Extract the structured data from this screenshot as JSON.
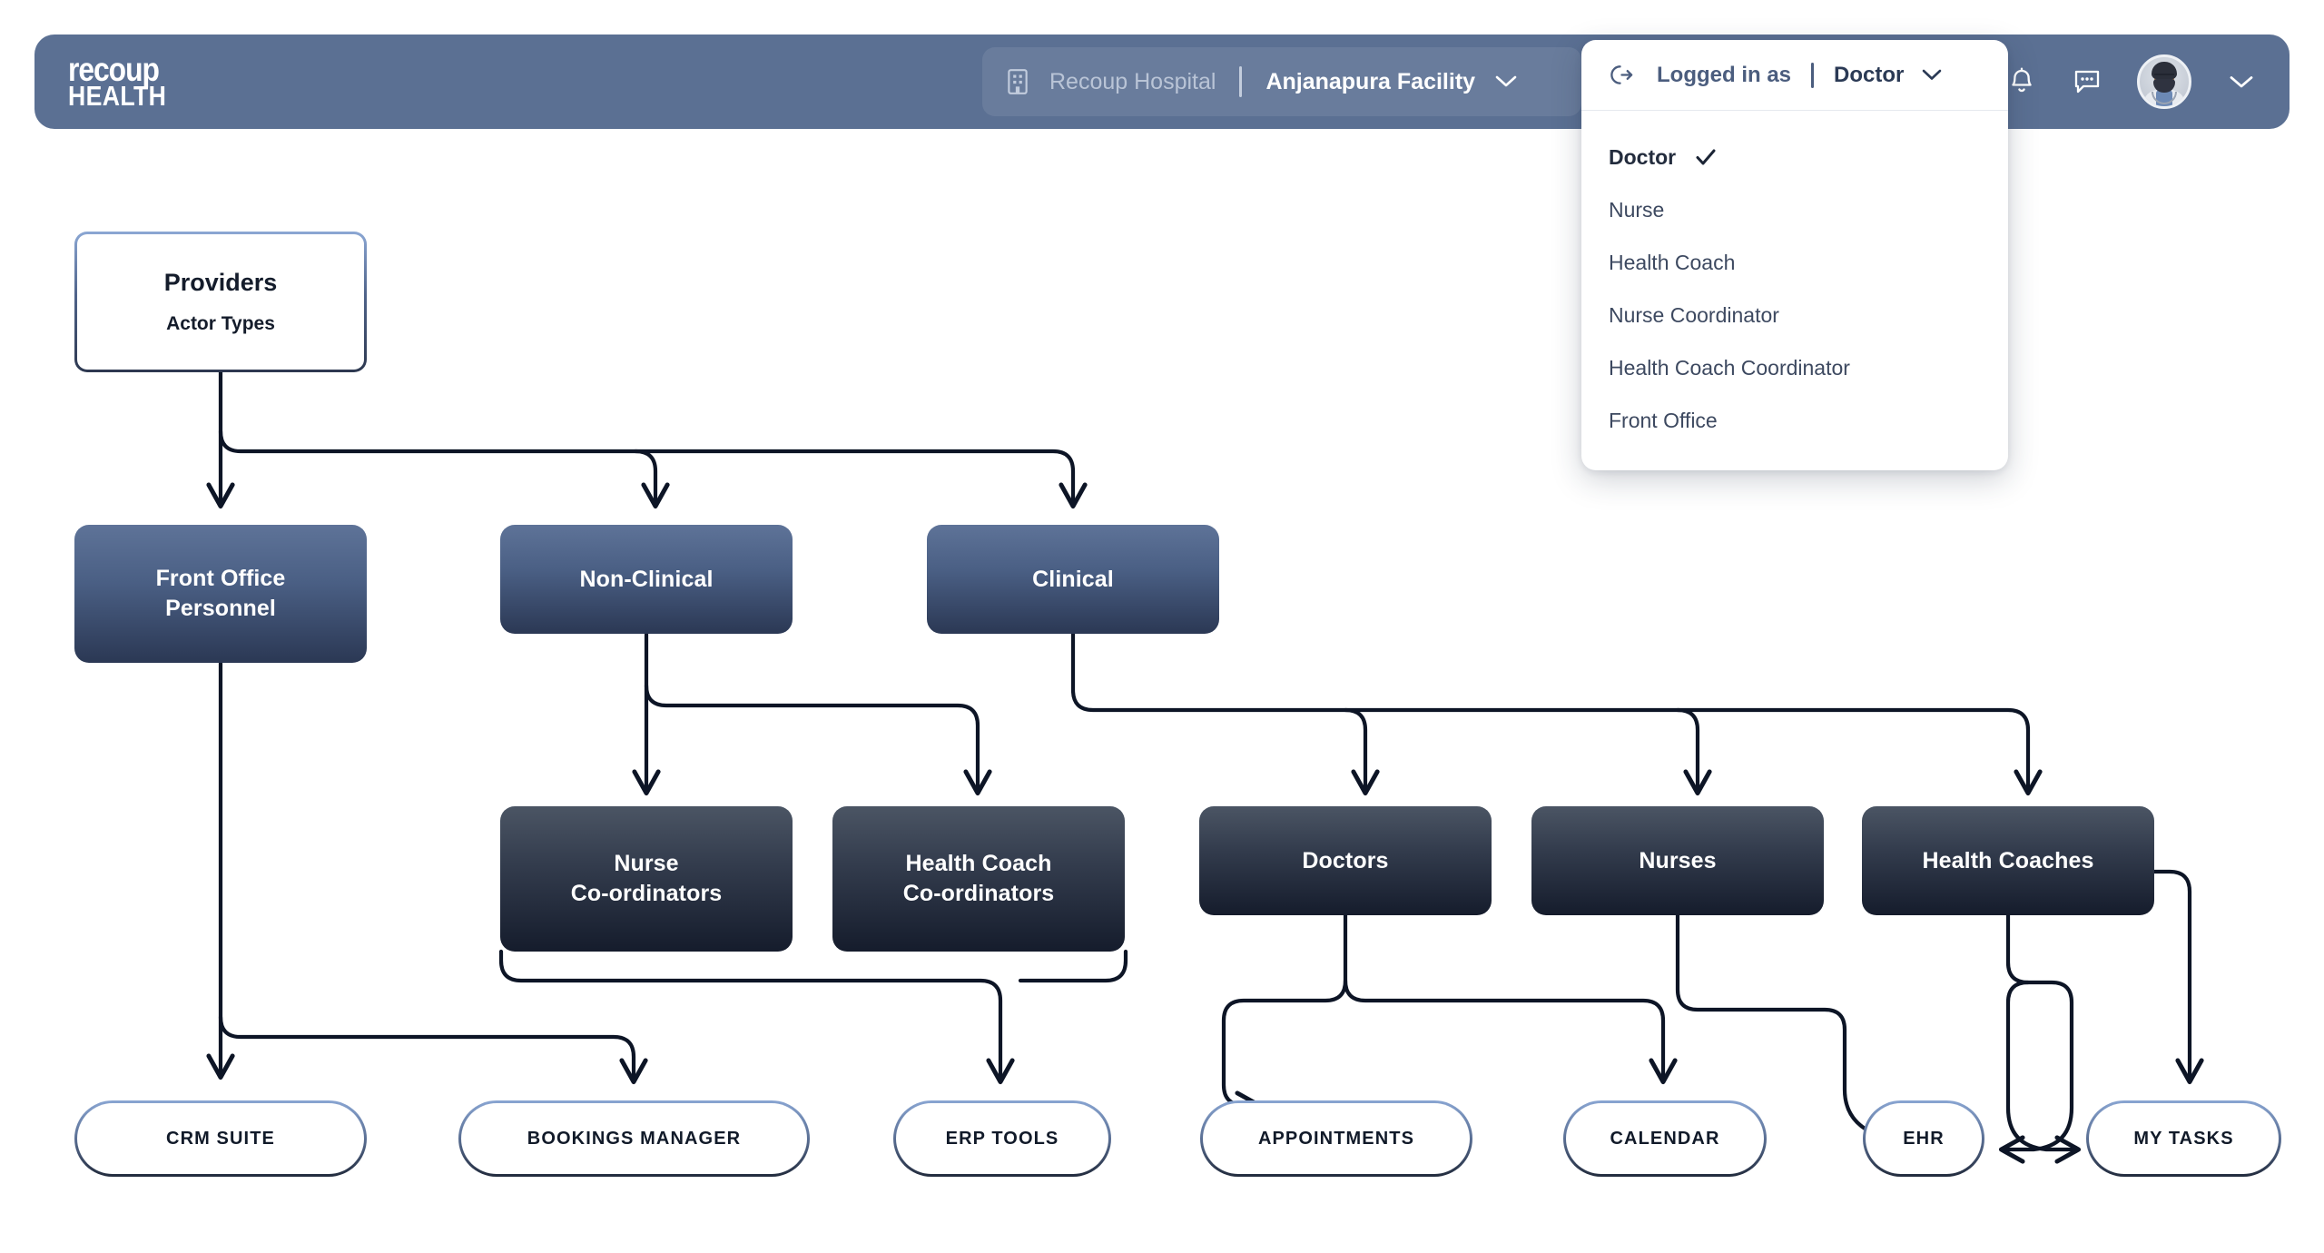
{
  "header": {
    "logo_line1": "recoup",
    "logo_line2": "HEALTH",
    "hospital": "Recoup Hospital",
    "facility": "Anjanapura Facility",
    "facility_chevron_icon": "chevron-down-icon",
    "building_icon": "building-icon",
    "bell_icon": "bell-icon",
    "chat_icon": "chat-bubble-icon",
    "avatar_icon": "user-avatar",
    "profile_chevron_icon": "chevron-down-icon",
    "bg_color": "#5b7093"
  },
  "role_menu": {
    "logout_icon": "logout-icon",
    "logged_in_label": "Logged in as",
    "current_role": "Doctor",
    "chevron_icon": "chevron-down-icon",
    "check_icon": "check-icon",
    "items": [
      {
        "label": "Doctor",
        "selected": true
      },
      {
        "label": "Nurse",
        "selected": false
      },
      {
        "label": "Health Coach",
        "selected": false
      },
      {
        "label": "Nurse Coordinator",
        "selected": false
      },
      {
        "label": "Health Coach Coordinator",
        "selected": false
      },
      {
        "label": "Front Office",
        "selected": false
      }
    ]
  },
  "diagram": {
    "root": {
      "title": "Providers",
      "subtitle": "Actor Types"
    },
    "tier2": [
      {
        "id": "front-office-personnel",
        "line1": "Front Office",
        "line2": "Personnel"
      },
      {
        "id": "non-clinical",
        "line1": "Non-Clinical",
        "line2": ""
      },
      {
        "id": "clinical",
        "line1": "Clinical",
        "line2": ""
      }
    ],
    "tier3": [
      {
        "id": "nurse-coordinators",
        "line1": "Nurse",
        "line2": "Co-ordinators"
      },
      {
        "id": "health-coach-coordinators",
        "line1": "Health Coach",
        "line2": "Co-ordinators"
      },
      {
        "id": "doctors",
        "line1": "Doctors",
        "line2": ""
      },
      {
        "id": "nurses",
        "line1": "Nurses",
        "line2": ""
      },
      {
        "id": "health-coaches",
        "line1": "Health Coaches",
        "line2": ""
      }
    ],
    "tools": [
      {
        "id": "crm-suite",
        "label": "CRM SUITE"
      },
      {
        "id": "bookings-manager",
        "label": "BOOKINGS MANAGER"
      },
      {
        "id": "erp-tools",
        "label": "ERP TOOLS"
      },
      {
        "id": "appointments",
        "label": "APPOINTMENTS"
      },
      {
        "id": "calendar",
        "label": "CALENDAR"
      },
      {
        "id": "ehr",
        "label": "EHR"
      },
      {
        "id": "my-tasks",
        "label": "MY TASKS"
      }
    ],
    "edge_color": "#0d1526",
    "node_colors": {
      "card_border_top": "#8ba7d4",
      "card_border_bottom": "#2d3850",
      "slate_top": "#5e7398",
      "slate_bottom": "#2b3854",
      "dark_top": "#4b5564",
      "dark_bottom": "#151c2c"
    }
  }
}
